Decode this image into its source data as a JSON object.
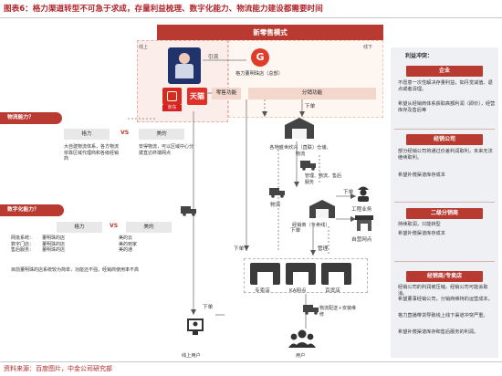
{
  "title": "图表6：格力渠道转型不可急于求成，存量利益梳理、数字化能力、物流能力建设都需要时间",
  "source": "资料来源：百度图片，中金公司研究部",
  "banner": "新零售模式",
  "zones": {
    "online": "线上",
    "offline": "线下"
  },
  "top": {
    "traffic_label": "引流",
    "retail_label": "零售功能",
    "store_name": "格力董明珠店（总部）",
    "distribution_label": "分销功能",
    "tmall": "天猫",
    "jd": "京东"
  },
  "flow_labels": {
    "order_a": "下单",
    "order_b": "下单",
    "order_c": "下单",
    "order_d": "下单",
    "order_e": "下单",
    "warehouse": "各地盛世欣兴（直联）仓储、物流",
    "mgmt_logistics": "管理、物流、售后服务",
    "logistics": "物流",
    "distributor": "经销商（专卖线）",
    "manage": "管理",
    "engineering": "工程业务",
    "own_store": "自营网点",
    "stores_label": "专卖店",
    "ka_label": "KA网点",
    "dept_label": "百货店",
    "delivery": "物流配送＋安装维修",
    "online_user": "线上用户",
    "user": "用户"
  },
  "left": {
    "q1": "物流能力？",
    "q2": "数字化能力？",
    "gree": "格力",
    "midea": "美的",
    "vs": "VS",
    "gree_logistics": "大自建物流体系，各方物流依靠区域代理商和各级经销商",
    "midea_logistics": "安得物流，可以区域中心分拨直达终端网点",
    "gree_digital_label": "网批系统：\n数字门店：\n售后服务：",
    "gree_digital": "董明珠的店\n董明珠的店\n董明珠的店",
    "midea_digital": "美的云\n美的到家\n美的通",
    "note": "目前董明珠的店系统较为简单，功能还不强，经销商使用率不高"
  },
  "right": {
    "head": "利益冲突：",
    "groups": [
      {
        "title": "企业",
        "items": [
          "不愿意一次性解决存量利益，如丹觉减值、退点或者清理。",
          "希望从经销商体系获取高额利润（即价），经营库存及售后等"
        ]
      },
      {
        "title": "经销公司",
        "items": [
          "部分经销公司将通过价差利润取利，未来无法继续取利。",
          "希望补偿渠道库存成本"
        ]
      },
      {
        "title": "二级分销商",
        "items": [
          "持续取润，只能转型",
          "希望补偿渠道库存成本"
        ]
      },
      {
        "title": "经销商/专卖店",
        "items": [
          "经销公司的利润被压缩，经销公司可能会取消。",
          "希望董事经销公司，分销商维持的运营成本。",
          "格力直播带货导致线上线下渠道冲突严重。",
          "希望补偿渠道库存和售后服务的利润。"
        ]
      }
    ]
  }
}
